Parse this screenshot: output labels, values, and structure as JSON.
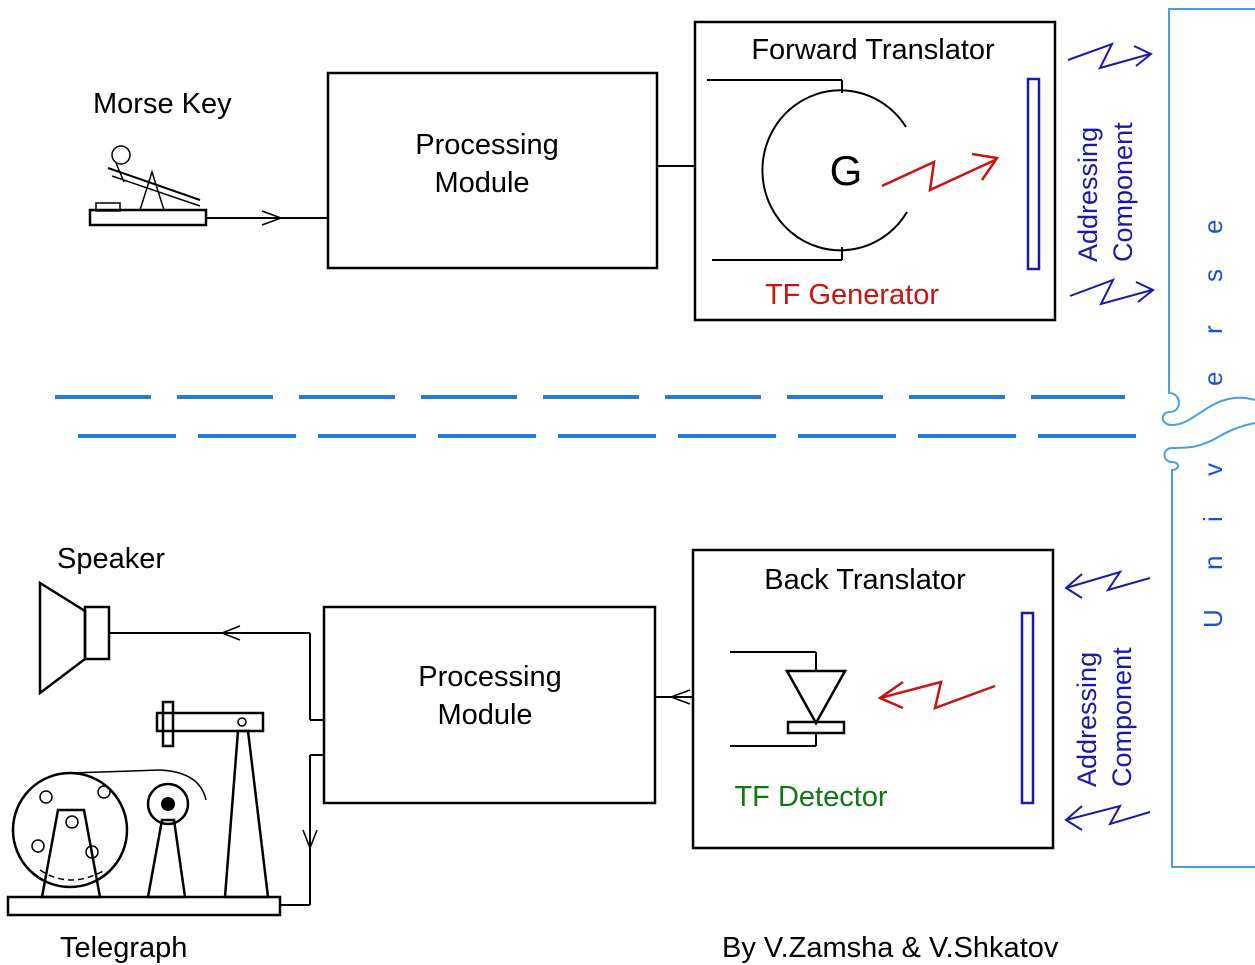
{
  "labels": {
    "morse_key": "Morse Key",
    "processing_top_line1": "Processing",
    "processing_top_line2": "Module",
    "forward_translator": "Forward Translator",
    "generator_symbol": "G",
    "tf_generator": "TF Generator",
    "addressing_top_line1": "Addressing",
    "addressing_top_line2": "Component",
    "speaker": "Speaker",
    "processing_bottom_line1": "Processing",
    "processing_bottom_line2": "Module",
    "back_translator": "Back Translator",
    "tf_detector": "TF Detector",
    "addressing_bottom_line1": "Addressing",
    "addressing_bottom_line2": "Component",
    "telegraph": "Telegraph",
    "credit": "By V.Zamsha & V.Shkatov"
  },
  "universe_letters": [
    "U",
    "n",
    "i",
    "v",
    "e",
    "r",
    "s",
    "e"
  ],
  "colors": {
    "signal_red": "#cc1111",
    "detector_green": "#117711",
    "addressing_blue": "#1a1aa6",
    "universe_blue": "#1a4fd6",
    "dashed_line_blue": "#1f7fd6",
    "border_light_blue": "#4a9fe0"
  }
}
